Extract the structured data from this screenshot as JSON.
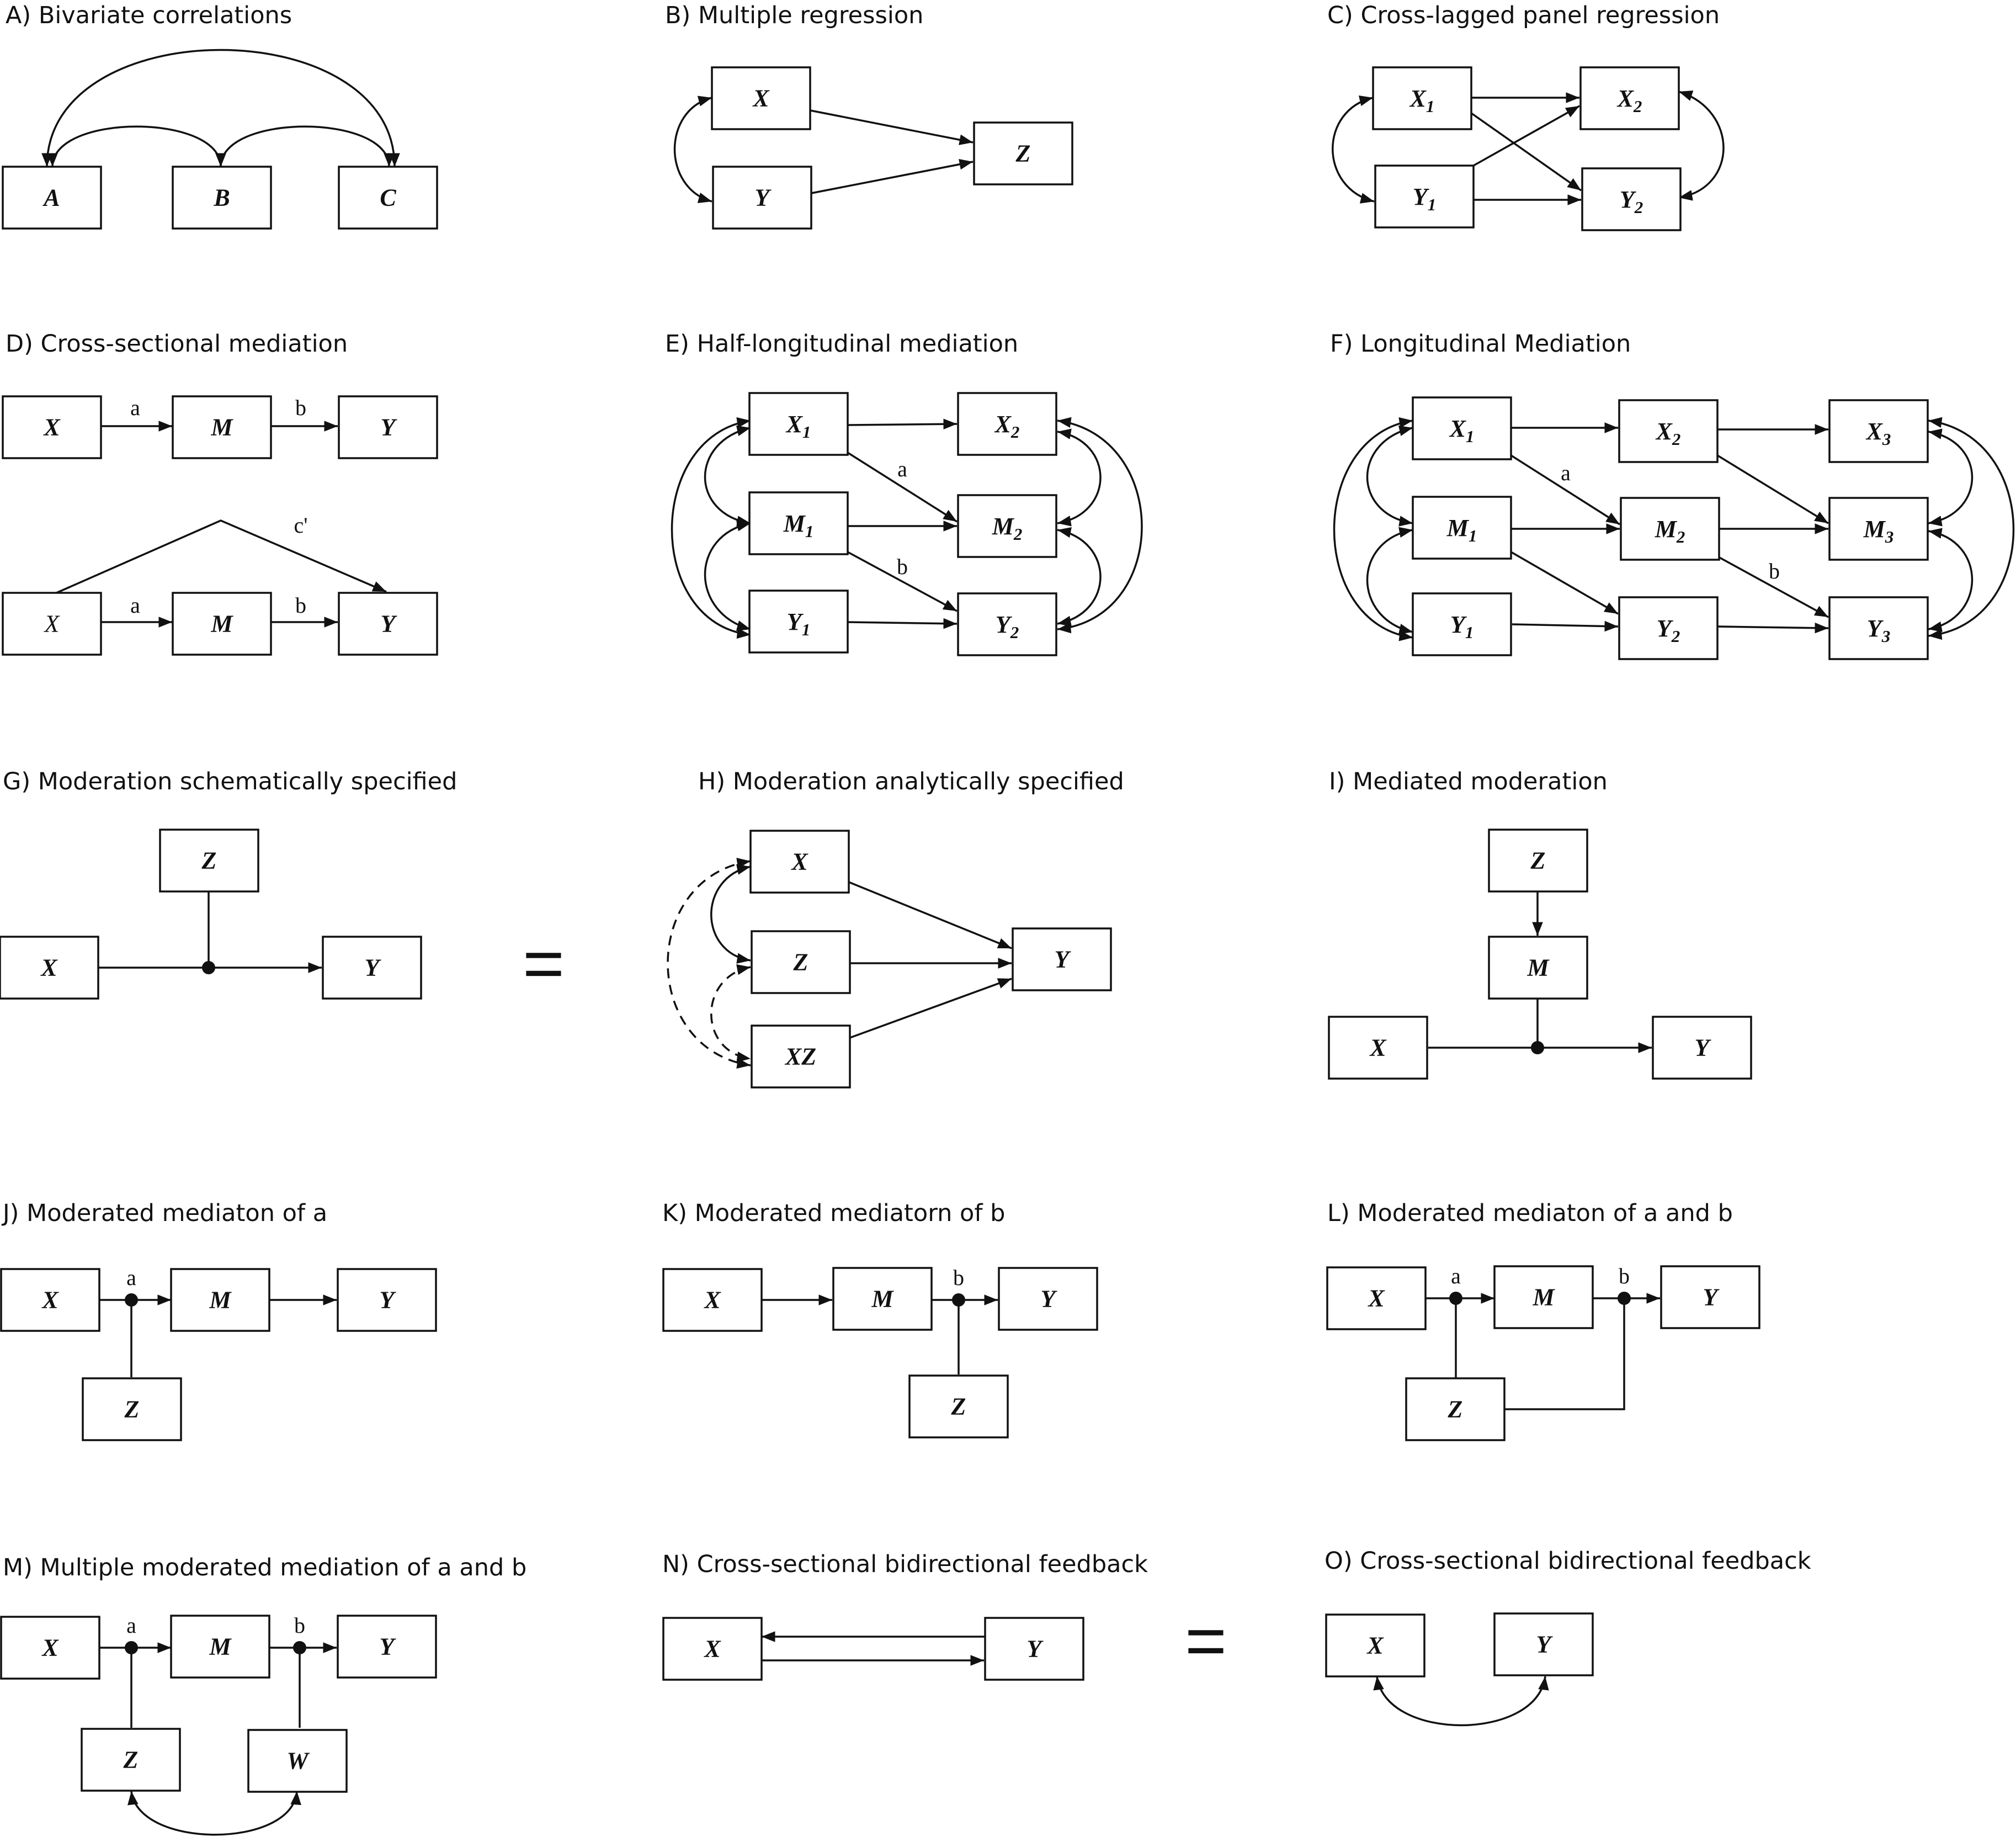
{
  "panels": {
    "A": {
      "title": "A) Bivariate correlations",
      "nodes": {
        "A": {
          "text": "A"
        },
        "B": {
          "text": "B"
        },
        "C": {
          "text": "C"
        }
      }
    },
    "B": {
      "title": "B) Multiple regression",
      "nodes": {
        "X": {
          "text": "X"
        },
        "Y": {
          "text": "Y"
        },
        "Z": {
          "text": "Z"
        }
      }
    },
    "C": {
      "title": "C) Cross-lagged panel regression",
      "nodes": {
        "X1": {
          "text": "X",
          "sub": "1"
        },
        "X2": {
          "text": "X",
          "sub": "2"
        },
        "Y1": {
          "text": "Y",
          "sub": "1"
        },
        "Y2": {
          "text": "Y",
          "sub": "2"
        }
      }
    },
    "D": {
      "title": "D) Cross-sectional mediation",
      "nodes": {
        "X": {
          "text": "X"
        },
        "M": {
          "text": "M"
        },
        "Y": {
          "text": "Y"
        },
        "X2": {
          "text": "X"
        },
        "M2": {
          "text": "M"
        },
        "Y2": {
          "text": "Y"
        }
      },
      "labels": {
        "a": "a",
        "b": "b",
        "a2": "a",
        "b2": "b",
        "c": "c'"
      }
    },
    "E": {
      "title": "E) Half-longitudinal mediation",
      "nodes": {
        "X1": {
          "text": "X",
          "sub": "1"
        },
        "M1": {
          "text": "M",
          "sub": "1"
        },
        "Y1": {
          "text": "Y",
          "sub": "1"
        },
        "X2": {
          "text": "X",
          "sub": "2"
        },
        "M2": {
          "text": "M",
          "sub": "2"
        },
        "Y2": {
          "text": "Y",
          "sub": "2"
        }
      },
      "labels": {
        "a": "a",
        "b": "b"
      }
    },
    "F": {
      "title": "F) Longitudinal Mediation",
      "nodes": {
        "X1": {
          "text": "X",
          "sub": "1"
        },
        "M1": {
          "text": "M",
          "sub": "1"
        },
        "Y1": {
          "text": "Y",
          "sub": "1"
        },
        "X2": {
          "text": "X",
          "sub": "2"
        },
        "M2": {
          "text": "M",
          "sub": "2"
        },
        "Y2": {
          "text": "Y",
          "sub": "2"
        },
        "X3": {
          "text": "X",
          "sub": "3"
        },
        "M3": {
          "text": "M",
          "sub": "3"
        },
        "Y3": {
          "text": "Y",
          "sub": "3"
        }
      },
      "labels": {
        "a": "a",
        "b": "b"
      }
    },
    "G": {
      "title": "G) Moderation schematically specified",
      "nodes": {
        "X": {
          "text": "X"
        },
        "Y": {
          "text": "Y"
        },
        "Z": {
          "text": "Z"
        }
      }
    },
    "H": {
      "title": "H) Moderation analytically specified",
      "nodes": {
        "X": {
          "text": "X"
        },
        "Z": {
          "text": "Z"
        },
        "XZ": {
          "text": "XZ"
        },
        "Y": {
          "text": "Y"
        }
      }
    },
    "I": {
      "title": "I) Mediated moderation",
      "nodes": {
        "Z": {
          "text": "Z"
        },
        "M": {
          "text": "M"
        },
        "X": {
          "text": "X"
        },
        "Y": {
          "text": "Y"
        }
      }
    },
    "J": {
      "title": "J) Moderated mediaton of a",
      "nodes": {
        "X": {
          "text": "X"
        },
        "M": {
          "text": "M"
        },
        "Y": {
          "text": "Y"
        },
        "Z": {
          "text": "Z"
        }
      },
      "labels": {
        "a": "a"
      }
    },
    "K": {
      "title": "K) Moderated mediatorn of b",
      "nodes": {
        "X": {
          "text": "X"
        },
        "M": {
          "text": "M"
        },
        "Y": {
          "text": "Y"
        },
        "Z": {
          "text": "Z"
        }
      },
      "labels": {
        "b": "b"
      }
    },
    "L": {
      "title": "L) Moderated mediaton of a and b",
      "nodes": {
        "X": {
          "text": "X"
        },
        "M": {
          "text": "M"
        },
        "Y": {
          "text": "Y"
        },
        "Z": {
          "text": "Z"
        }
      },
      "labels": {
        "a": "a",
        "b": "b"
      }
    },
    "M": {
      "title": "M) Multiple moderated mediation of a and b",
      "nodes": {
        "X": {
          "text": "X"
        },
        "M": {
          "text": "M"
        },
        "Y": {
          "text": "Y"
        },
        "Z": {
          "text": "Z"
        },
        "W": {
          "text": "W"
        }
      },
      "labels": {
        "a": "a",
        "b": "b"
      }
    },
    "N": {
      "title": "N) Cross-sectional bidirectional feedback",
      "nodes": {
        "X": {
          "text": "X"
        },
        "Y": {
          "text": "Y"
        }
      }
    },
    "O": {
      "title": "O) Cross-sectional bidirectional feedback",
      "nodes": {
        "X": {
          "text": "X"
        },
        "Y": {
          "text": "Y"
        }
      }
    }
  },
  "equals": {
    "top": "=",
    "bottom": "="
  }
}
